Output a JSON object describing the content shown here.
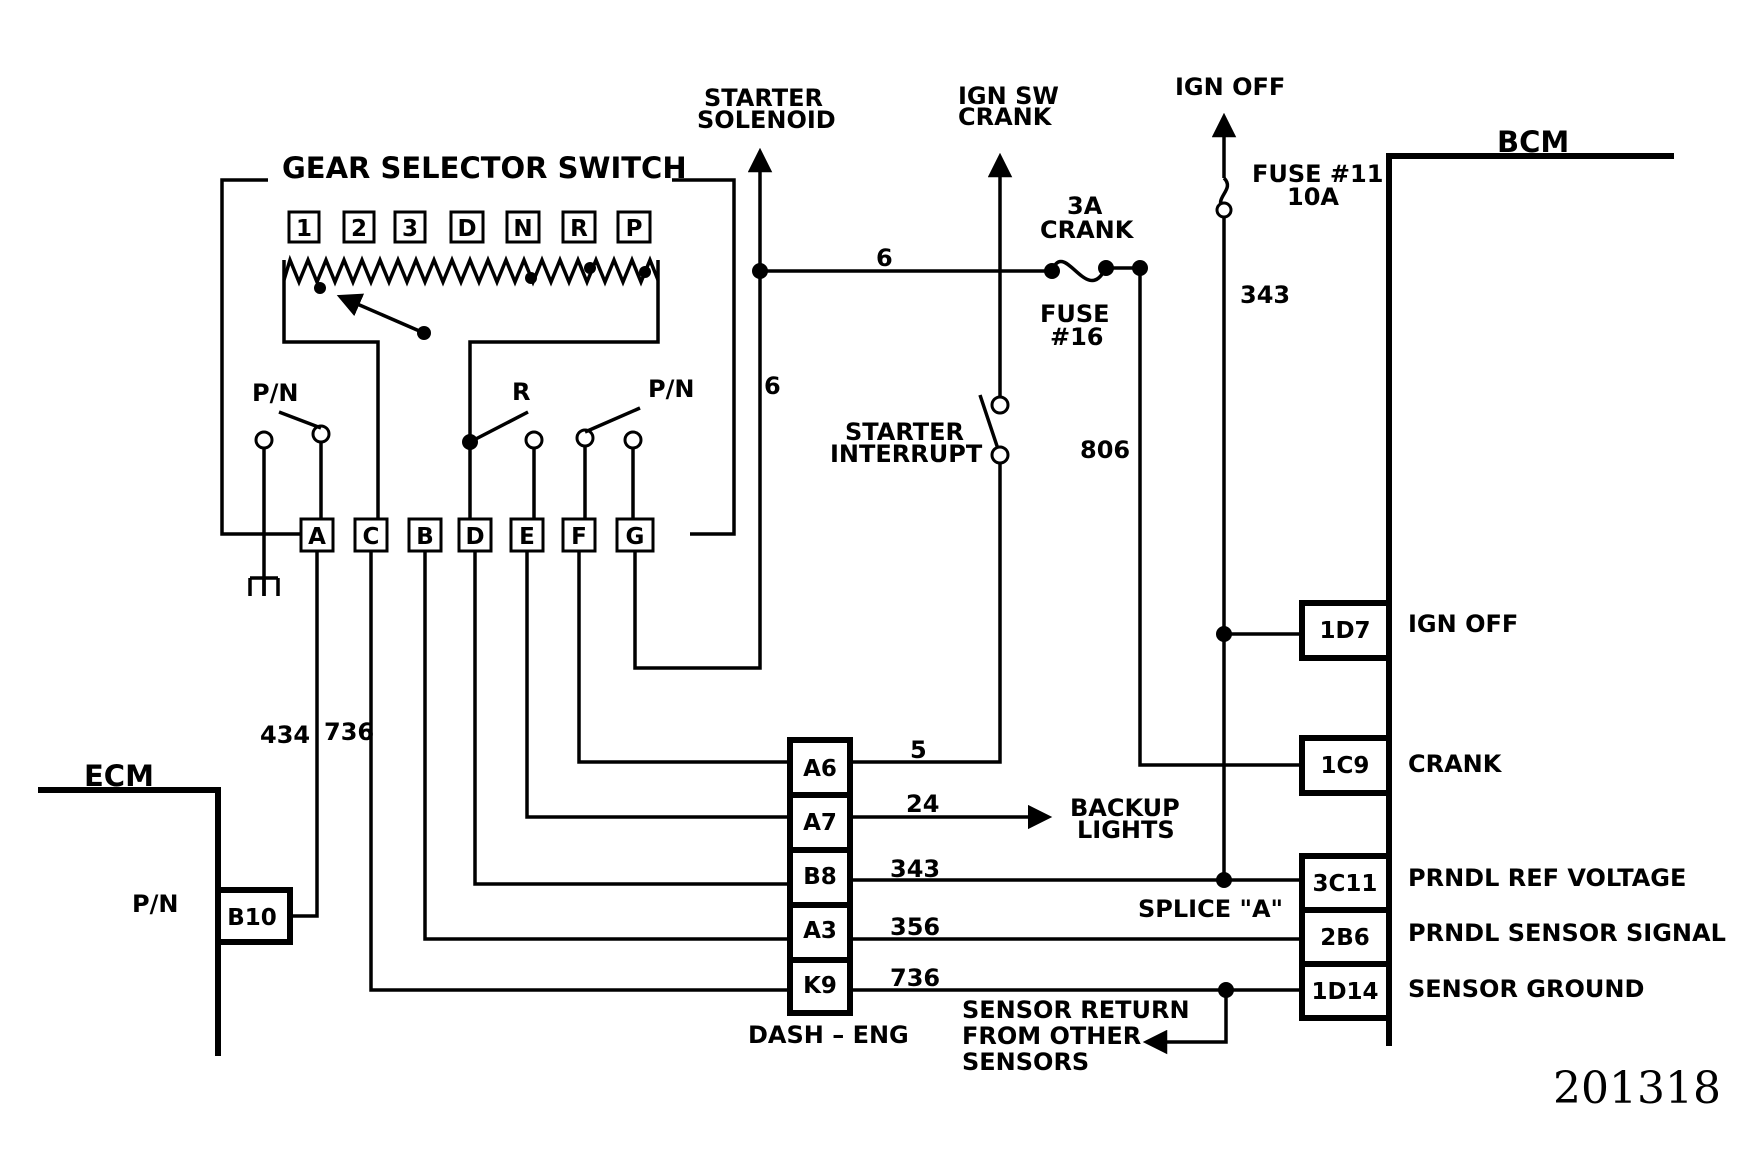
{
  "labels": {
    "gear_selector_switch": "GEAR SELECTOR SWITCH",
    "starter_solenoid_1": "STARTER",
    "starter_solenoid_2": "SOLENOID",
    "ign_sw_crank_1": "IGN SW",
    "ign_sw_crank_2": "CRANK",
    "ign_off_top": "IGN OFF",
    "bcm": "BCM",
    "ecm": "ECM",
    "fuse11_1": "FUSE #11",
    "fuse11_2": "10A",
    "fuse16_amp_1": "3A",
    "fuse16_amp_2": "CRANK",
    "fuse16_1": "FUSE",
    "fuse16_2": "#16",
    "starter_interrupt_1": "STARTER",
    "starter_interrupt_2": "INTERRUPT",
    "backup_lights_1": "BACKUP",
    "backup_lights_2": "LIGHTS",
    "splice_a": "SPLICE \"A\"",
    "dash_eng": "DASH – ENG",
    "sensor_return_1": "SENSOR RETURN",
    "sensor_return_2": "FROM OTHER",
    "sensor_return_3": "SENSORS",
    "ecm_pn": "P/N",
    "sw_pn_left": "P/N",
    "sw_r": "R",
    "sw_pn_right": "P/N",
    "figure_number": "201318"
  },
  "gear_positions": [
    "1",
    "2",
    "3",
    "D",
    "N",
    "R",
    "P"
  ],
  "switch_pins": [
    "A",
    "C",
    "B",
    "D",
    "E",
    "F",
    "G"
  ],
  "dash_connector": [
    "A6",
    "A7",
    "B8",
    "A3",
    "K9"
  ],
  "ecm_pin": "B10",
  "bcm_pins": [
    {
      "pin": "1D7",
      "name": "IGN OFF"
    },
    {
      "pin": "1C9",
      "name": "CRANK"
    },
    {
      "pin": "3C11",
      "name": "PRNDL REF VOLTAGE"
    },
    {
      "pin": "2B6",
      "name": "PRNDL SENSOR SIGNAL"
    },
    {
      "pin": "1D14",
      "name": "SENSOR GROUND"
    }
  ],
  "wires": {
    "w434": "434",
    "w736_left": "736",
    "w6_top": "6",
    "w6_vert": "6",
    "w343_top": "343",
    "w806": "806",
    "w5": "5",
    "w24": "24",
    "w343_b8": "343",
    "w356": "356",
    "w736_k9": "736"
  }
}
